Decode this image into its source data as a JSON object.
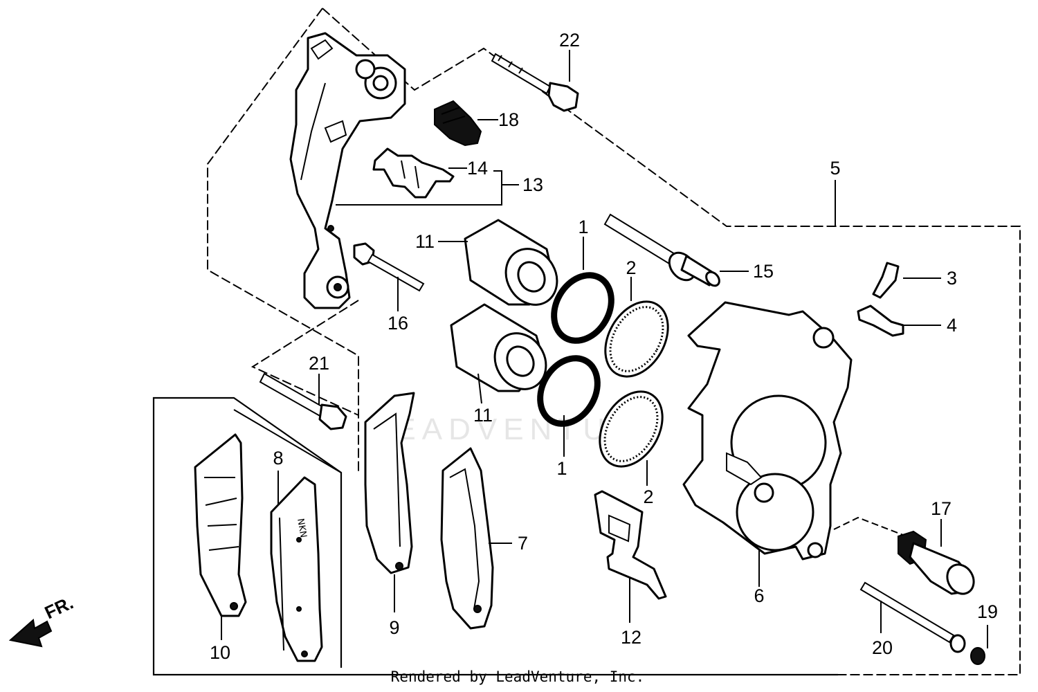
{
  "labels": {
    "p1a": "1",
    "p1b": "1",
    "p2a": "2",
    "p2b": "2",
    "p3": "3",
    "p4": "4",
    "p5": "5",
    "p6": "6",
    "p7": "7",
    "p8": "8",
    "p9": "9",
    "p10": "10",
    "p11a": "11",
    "p11b": "11",
    "p12": "12",
    "p13": "13",
    "p14": "14",
    "p15": "15",
    "p16": "16",
    "p17": "17",
    "p18": "18",
    "p19": "19",
    "p20": "20",
    "p21": "21",
    "p22": "22"
  },
  "direction_marker": "FR.",
  "watermark": "LEADVENTURE",
  "footer": "Rendered by LeadVenture, Inc."
}
